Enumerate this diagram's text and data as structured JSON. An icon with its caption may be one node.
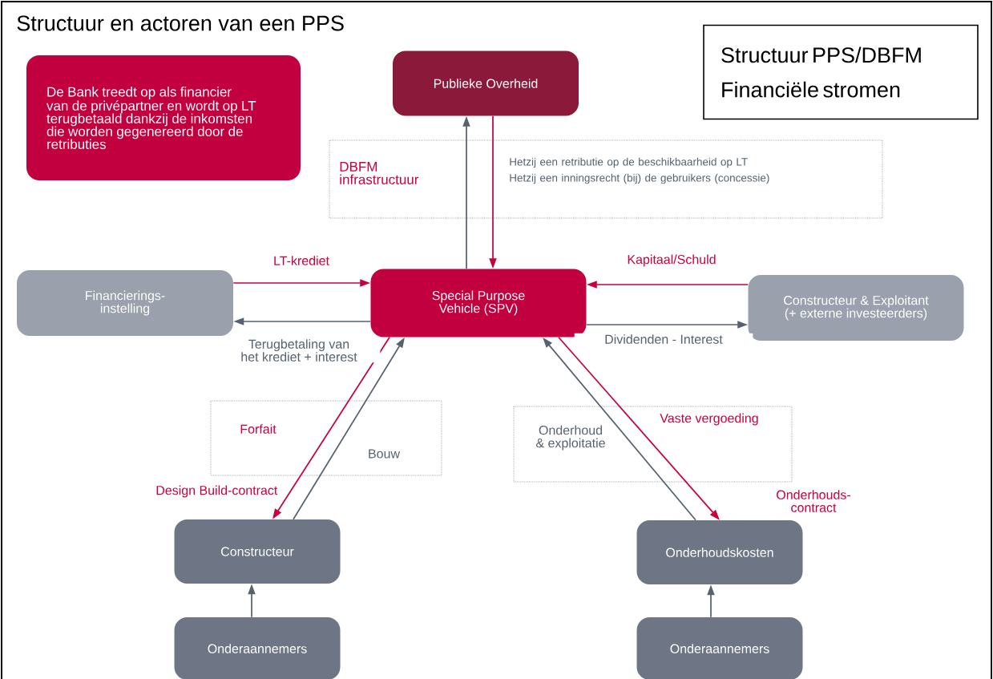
{
  "diagram": {
    "title": "Structuur en actoren van een PPS",
    "nodes": [
      {
        "text": [
          "De Bank treedt op als financier van de privépartner en wordt op LT terugbetaald dankzij de inkomsten die worden gegenereerd door de retributies"
        ]
      },
      {
        "text": [
          "Publieke Overheid"
        ]
      },
      {
        "text": [
          "Special Purpose Vehicle (SPV)"
        ]
      },
      {
        "text": [
          "Financierings-instelling"
        ]
      },
      {
        "text": [
          "Constructeur & Exploitant (+ externe investeerders)"
        ]
      },
      {
        "text": [
          "Constructeur"
        ]
      },
      {
        "text": [
          "Onderhoudskosten"
        ]
      },
      {
        "text": [
          "Onderaannemers"
        ]
      },
      {
        "text": [
          "Onderaannemers"
        ]
      },
      {
        "text": [
          "Structuur PPS/DBFM",
          "Financiële stromen"
        ]
      }
    ],
    "edges": [
      {
        "from": 2,
        "to": 1,
        "arrow": "to"
      },
      {
        "from": 1,
        "to": 2,
        "arrow": "to",
        "color": "#c8003c"
      },
      {
        "from": 3,
        "to": 2,
        "arrow": "to",
        "label": "LT-krediet",
        "color": "#c8003c"
      },
      {
        "from": 2,
        "to": 3,
        "arrow": "to",
        "label": "Terugbetaling van het krediet + interest"
      },
      {
        "from": 4,
        "to": 2,
        "arrow": "to",
        "label": "Kapitaal/Schuld",
        "color": "#c8003c"
      },
      {
        "from": 2,
        "to": 4,
        "arrow": "to",
        "label": "Dividenden - Interest"
      },
      {
        "from": 2,
        "to": 5,
        "arrow": "to",
        "color": "#c8003c"
      },
      {
        "from": 5,
        "to": 2,
        "arrow": "to"
      },
      {
        "from": 2,
        "to": 6,
        "arrow": "to",
        "color": "#c8003c"
      },
      {
        "from": 6,
        "to": 2,
        "arrow": "to"
      },
      {
        "from": 7,
        "to": 5,
        "arrow": "to"
      },
      {
        "from": 8,
        "to": 6,
        "arrow": "to"
      }
    ],
    "labels": [
      "DBFM infrastructuur",
      "Hetzij een retributie op de beschikbaarheid op LT",
      "Hetzij een inningsrecht (bij) de gebruikers (concessie)",
      "Vaste vergoeding",
      "Forfait",
      "Onderhoud & exploitatie",
      "Bouw",
      "Design Build-contract",
      "Onderhouds-contract"
    ]
  }
}
